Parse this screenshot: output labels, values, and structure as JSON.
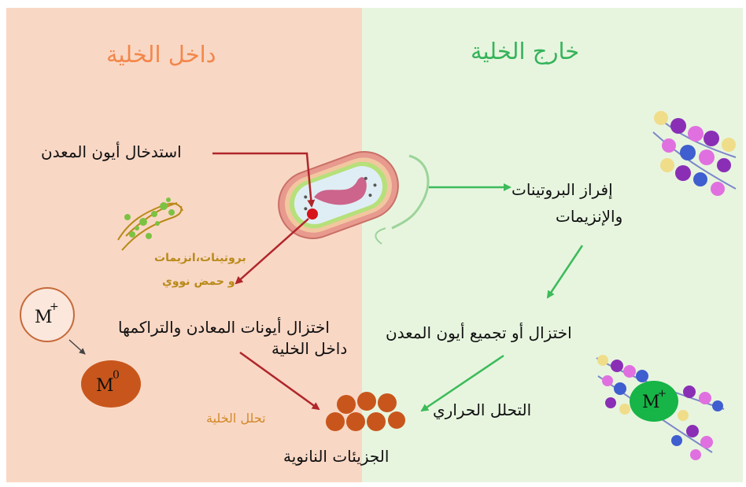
{
  "inside": {
    "title": "داخل الخلية",
    "ion_uptake": "استدخال أيون المعدن",
    "biomolecules_line1": "بروتينات،انزيمات",
    "biomolecules_line2": "و حمض نووي",
    "reduction_line1": "اختزال أيونات المعادن والتراكمها",
    "reduction_line2": "داخل الخلية",
    "cell_lysis": "تحلل الخلية",
    "ion_label": "M",
    "ion_charge": "+",
    "metal_label": "M",
    "metal_charge": "0"
  },
  "outside": {
    "title": "خارج الخلية",
    "secretion_line1": "إفراز البروتينات",
    "secretion_line2": "والإنزيمات",
    "reduction": "اختزال أو تجميع أيون المعدن",
    "thermal": "التحلل الحراري",
    "ion_label": "M",
    "ion_charge": "+"
  },
  "result": {
    "nanoparticles": "الجزيئات النانوية"
  },
  "colors": {
    "inside_bg": "#f9d7c5",
    "outside_bg": "#e7f5df",
    "inside_title": "#f2874a",
    "outside_title": "#35b35a",
    "inside_arrow": "#b0262a",
    "outside_arrow": "#3dbb5a",
    "nanoparticle": "#c8561c",
    "ion_green": "#17b447"
  },
  "icons": [
    "bacterium-cell-icon",
    "dna-helix-icon",
    "protein-chain-icon",
    "nanoparticle-cluster-icon"
  ]
}
